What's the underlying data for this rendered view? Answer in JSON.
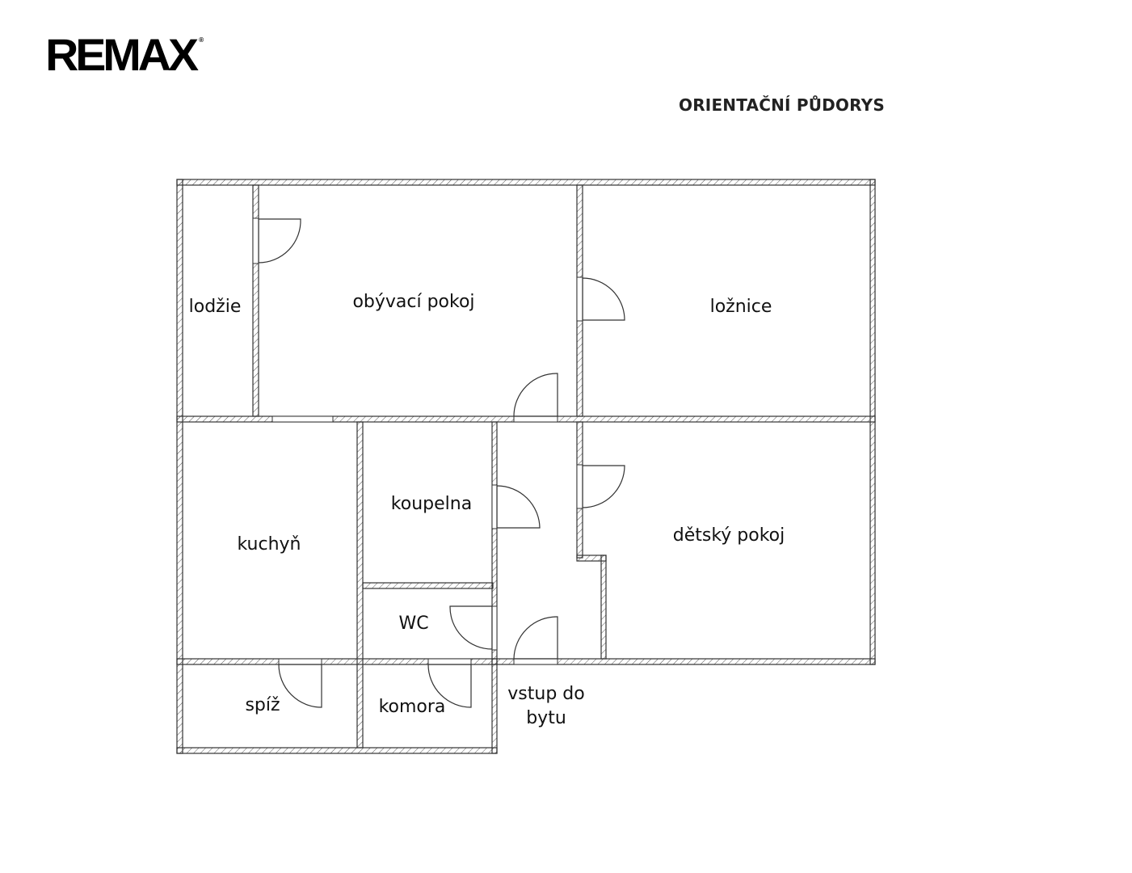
{
  "logo": {
    "text": "REMAX",
    "mark": "®"
  },
  "title": "ORIENTAČNÍ PŮDORYS",
  "rooms": {
    "lodzie": "lodžie",
    "obyvaci": "obývací pokoj",
    "loznice": "ložnice",
    "koupelna": "koupelna",
    "kuchyn": "kuchyň",
    "detsky": "dětský pokoj",
    "wc": "WC",
    "spiz": "spíž",
    "komora": "komora",
    "vstup_line1": "vstup do",
    "vstup_line2": "bytu"
  }
}
